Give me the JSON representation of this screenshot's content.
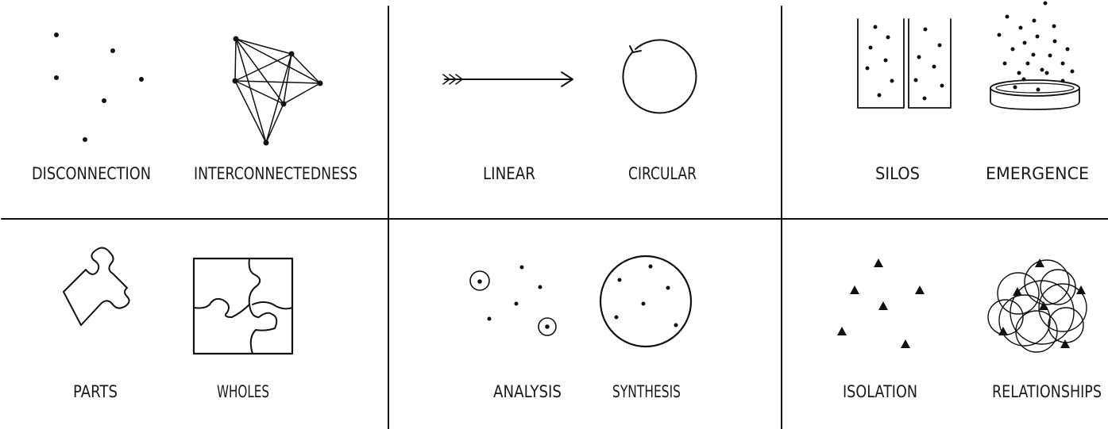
{
  "panels": [
    {
      "id": "connection",
      "left_label": "DISCONNECTION",
      "right_label": "INTERCONNECTEDNESS"
    },
    {
      "id": "flow",
      "left_label": "LINEAR",
      "right_label": "CIRCULAR"
    },
    {
      "id": "structure",
      "left_label": "SILOS",
      "right_label": "EMERGENCE"
    },
    {
      "id": "composition",
      "left_label": "PARTS",
      "right_label": "WHOLES"
    },
    {
      "id": "method",
      "left_label": "ANALYSIS",
      "right_label": "SYNTHESIS"
    },
    {
      "id": "relation",
      "left_label": "ISOLATION",
      "right_label": "RELATIONSHIPS"
    }
  ],
  "colors": {
    "ink": "#111111",
    "background": "#ffffff"
  }
}
